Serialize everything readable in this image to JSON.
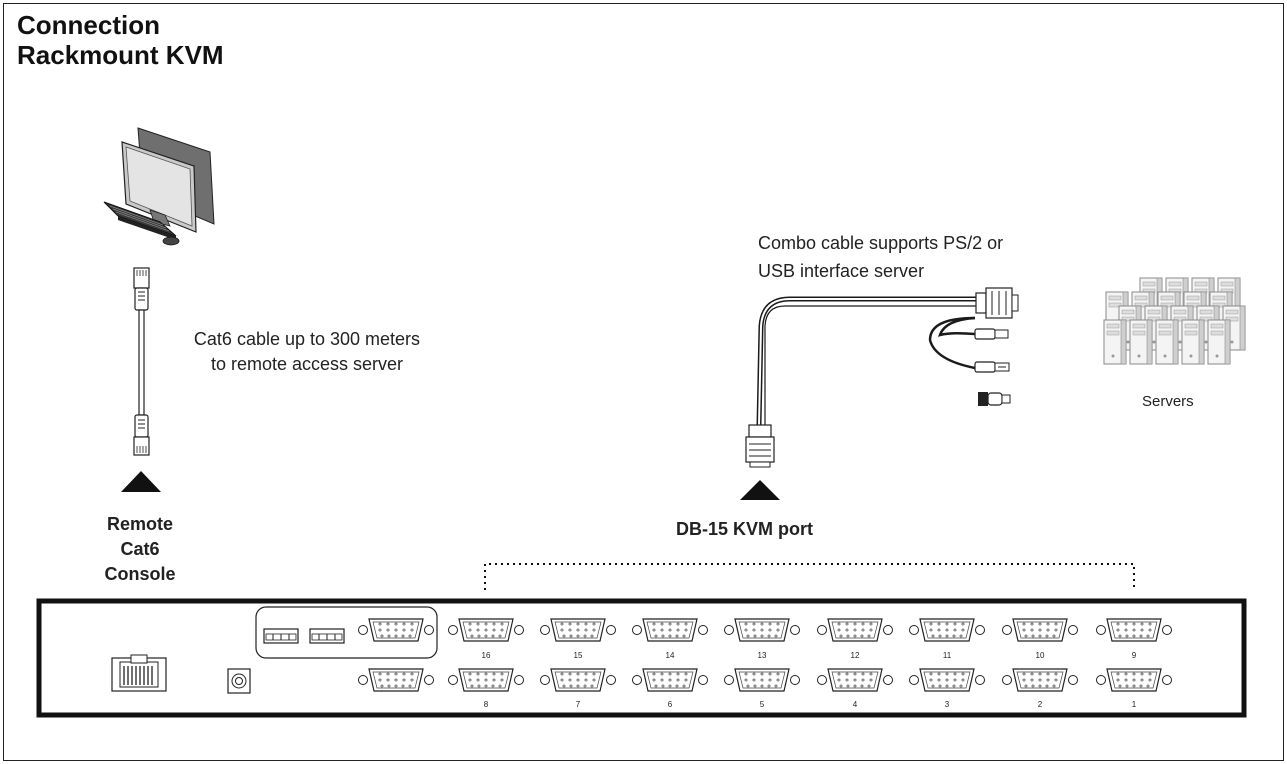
{
  "title": {
    "line1": "Connection",
    "line2": "Rackmount KVM"
  },
  "cat6_note": {
    "line1": "Cat6 cable up to 300 meters",
    "line2": "to remote access server"
  },
  "combo_note": {
    "line1": "Combo cable supports PS/2 or",
    "line2": "USB interface server"
  },
  "servers_label": "Servers",
  "remote_console_label": {
    "line1": "Remote",
    "line2": "Cat6",
    "line3": "Console"
  },
  "kvm_port_label": "DB-15 KVM port",
  "port_numbers_top": [
    "16",
    "15",
    "14",
    "13",
    "12",
    "11",
    "10",
    "9"
  ],
  "port_numbers_bottom": [
    "8",
    "7",
    "6",
    "5",
    "4",
    "3",
    "2",
    "1"
  ],
  "colors": {
    "line": "#1a1a1a",
    "panel_fill": "#ffffff",
    "device_gray": "#8a8a8a"
  }
}
